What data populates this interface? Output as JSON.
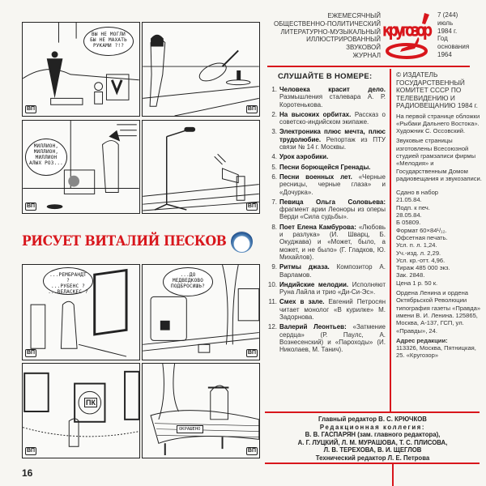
{
  "comics": {
    "title": "РИСУЕТ ВИТАЛИЙ ПЕСКОВ",
    "signature": "ВП",
    "panels": [
      {
        "bubble": [
          "ВЫ НЕ МОГЛИ",
          "БЫ НЕ МАХАТЬ",
          "РУКАМИ ?!?"
        ]
      },
      {
        "bubble": []
      },
      {
        "bubble": [
          "МИЛЛИОН,",
          "МИЛЛИОН,",
          "МИЛЛИОН",
          "АЛЫХ РОЗ..."
        ]
      },
      {
        "bubble": []
      },
      {
        "bubble": [
          "...РЕМБРАНДТ ?",
          "...РУБЕНС ?",
          "...ВЕЛАСКЕС ?"
        ]
      },
      {
        "bubble": [
          "...ДО",
          "МЕДВЕДКОВО",
          "ПОДБРОСИШЬ?"
        ]
      },
      {
        "bubble": [],
        "sign": "ПК"
      },
      {
        "bubble": [],
        "sign": "ОКРАШЕНО"
      }
    ]
  },
  "page_number": "16",
  "masthead": {
    "lines": [
      "ЕЖЕМЕСЯЧНЫЙ",
      "ОБЩЕСТВЕННО-ПОЛИТИЧЕСКИЙ",
      "ЛИТЕРАТУРНО-МУЗЫКАЛЬНЫЙ",
      "ИЛЛЮСТРИРОВАННЫЙ",
      "ЗВУКОВОЙ",
      "ЖУРНАЛ"
    ],
    "logo": "кругозор",
    "issue": [
      "7 (244)",
      "июль",
      "1984 г.",
      "Год",
      "основания",
      "1964"
    ]
  },
  "contents": {
    "heading": "СЛУШАЙТЕ В НОМЕРЕ:",
    "items": [
      {
        "n": "1.",
        "title": "Человека красит дело.",
        "text": " Размышления сталевара А. Р. Коротенькова."
      },
      {
        "n": "2.",
        "title": "На высоких орбитах.",
        "text": " Рассказ о советско-индийском экипаже."
      },
      {
        "n": "3.",
        "title": "Электроника плюс мечта, плюс трудолюбие.",
        "text": " Репортаж из ПТУ связи № 14 г. Москвы."
      },
      {
        "n": "4.",
        "title": "Урок аэробики.",
        "text": ""
      },
      {
        "n": "5.",
        "title": "Песни борющейся Гренады.",
        "text": ""
      },
      {
        "n": "6.",
        "title": "Песни военных лет.",
        "text": " «Черные ресницы, черные глаза» и «Дочурка»."
      },
      {
        "n": "7.",
        "title": "Певица Ольга Соловьева:",
        "text": " фрагмент арии Леоноры из оперы Верди «Сила судьбы»."
      },
      {
        "n": "8.",
        "title": "Поет Елена Камбурова:",
        "text": " «Любовь и разлука» (И. Шварц, Б. Окуджава) и «Может, было, а может, и не было» (Г. Гладков, Ю. Михайлов)."
      },
      {
        "n": "9.",
        "title": "Ритмы джаза.",
        "text": " Композитор А. Варламов."
      },
      {
        "n": "10.",
        "title": "Индийские мелодии.",
        "text": " Исполняют Руна Лайла и трио «Ди-Си-Эс»."
      },
      {
        "n": "11.",
        "title": "Смех в зале.",
        "text": " Евгений Петросян читает монолог «В курилке» М. Задорнова."
      },
      {
        "n": "12.",
        "title": "Валерий Леонтьев:",
        "text": " «Затмение сердца» (Р. Паулс, А. Вознесенский) и «Пароходы» (И. Николаев, М. Танич)."
      }
    ]
  },
  "imprint": {
    "publisher": "© ИЗДАТЕЛЬ ГОСУДАРСТВЕННЫЙ КОМИТЕТ СССР ПО ТЕЛЕВИДЕНИЮ И РАДИОВЕЩАНИЮ 1984 г.",
    "cover": "На первой странице обложки «Рыбаки Дальнего Востока». Художник С. Оссовский.",
    "sound": "Звуковые страницы изготовлены Всесоюзной студией грамзаписи фирмы «Мелодия» и Государственным Домом радиовещания и звукозаписи.",
    "tech": [
      "Сдано в набор",
      "21.05.84.",
      "Подп. к печ.",
      "28.05.84.",
      "Б 05809.",
      "Формат 60×84¹/₁₂.",
      "Офсетная печать.",
      "Усл. п. л. 1,24.",
      "Уч.-изд. л. 2,29.",
      "Усл. кр.-отт. 4,96.",
      "Тираж 485 000 экз.",
      "Зак. 2848.",
      "Цена 1 р. 50 к."
    ],
    "printer": "Ордена Ленина и ордена Октябрьской Революции типография газеты «Правда» имени В. И. Ленина. 125865, Москва, А-137, ГСП, ул. «Правды», 24.",
    "address_label": "Адрес редакции:",
    "address": "113326, Москва, Пятницкая, 25. «Кругозор»"
  },
  "credits": {
    "chief": "Главный редактор В. С. КРЮЧКОВ",
    "board_label": "Редакционная коллегия:",
    "board": [
      "В. В. ГАСПАРЯН (зам. главного редактора),",
      "А. Г. ЛУЦКИЙ, Л. М. МУРАШОВА, Т. С. ПЛИСОВА,",
      "Л. В. ТЕРЕХОВА, В. И. ЩЕГЛОВ"
    ],
    "tech_editor": "Технический редактор Л. Е. Петрова"
  },
  "colors": {
    "accent": "#d8161c",
    "ink": "#222222"
  }
}
